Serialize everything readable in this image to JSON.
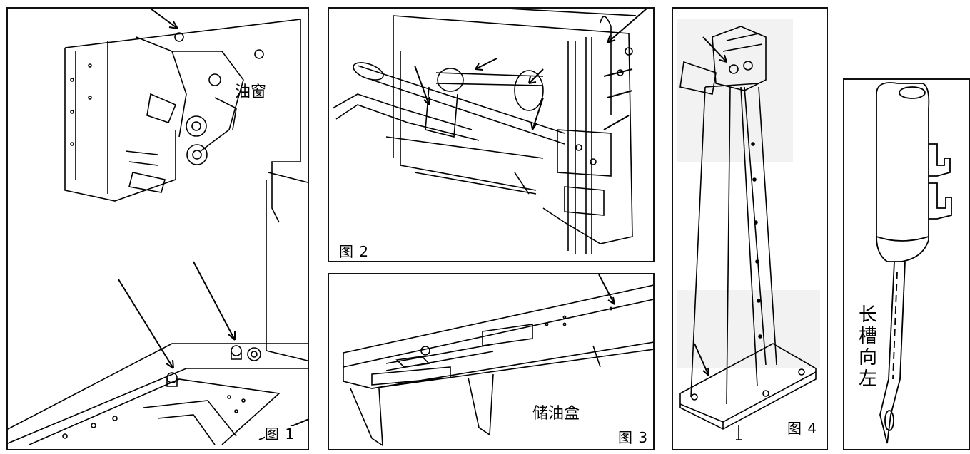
{
  "figures": [
    {
      "caption": "图 1",
      "label": "油窗"
    },
    {
      "caption": "图 2"
    },
    {
      "caption": "图 3",
      "label": "储油盒"
    },
    {
      "caption": "图 4"
    },
    {
      "label_chars": [
        "长",
        "槽",
        "向",
        "左"
      ]
    }
  ]
}
